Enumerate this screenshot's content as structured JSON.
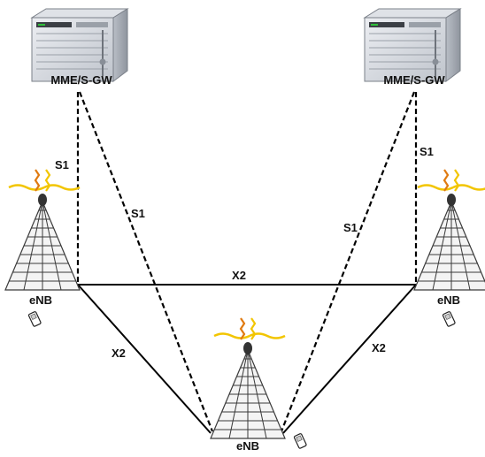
{
  "nodes": {
    "server_left": {
      "label": "MME/S-GW",
      "icon": "server-icon"
    },
    "server_right": {
      "label": "MME/S-GW",
      "icon": "server-icon"
    },
    "enb_left": {
      "label": "eNB",
      "icon": "antenna-tower-icon"
    },
    "enb_right": {
      "label": "eNB",
      "icon": "antenna-tower-icon"
    },
    "enb_bottom": {
      "label": "eNB",
      "icon": "antenna-tower-icon"
    }
  },
  "links": {
    "s1_left_vertical": "S1",
    "s1_left_diagonal": "S1",
    "s1_right_diagonal": "S1",
    "s1_right_vertical": "S1",
    "x2_top": "X2",
    "x2_left": "X2",
    "x2_right": "X2"
  },
  "colors": {
    "line": "#000000",
    "server_body": "#c9cdd4",
    "server_front": "#d9dce2",
    "tower": "#3a3a3a",
    "signal_yellow": "#f2c500",
    "signal_orange": "#e07a10"
  },
  "icons": [
    "server-icon",
    "antenna-tower-icon",
    "signal-wave-icon",
    "mobile-phone-icon"
  ]
}
